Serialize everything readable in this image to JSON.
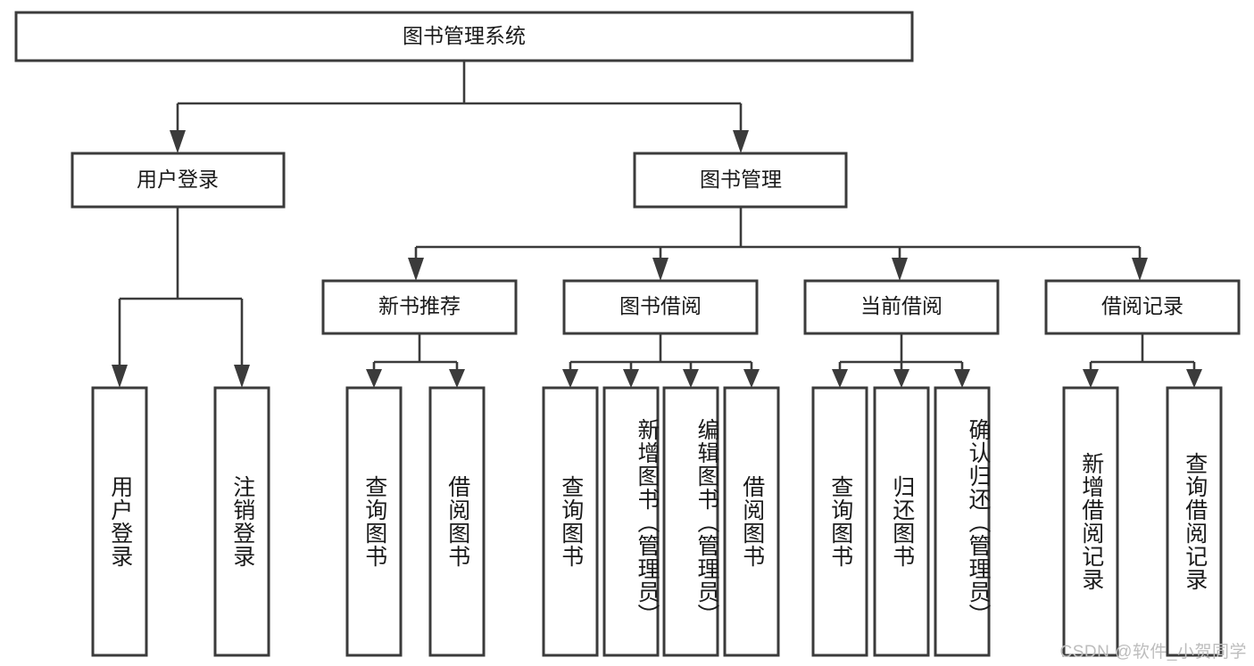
{
  "diagram": {
    "title": "图书管理系统",
    "type": "hierarchy-tree",
    "watermark": "CSDN @软件_小贺同学",
    "colors": {
      "stroke": "#3b3b3b",
      "fill": "#ffffff",
      "text": "#1a1a1a",
      "watermark": "#bdbdbd"
    },
    "root": {
      "label": "图书管理系统"
    },
    "level2": [
      {
        "label": "用户登录"
      },
      {
        "label": "图书管理"
      }
    ],
    "level3": [
      {
        "label": "新书推荐"
      },
      {
        "label": "图书借阅"
      },
      {
        "label": "当前借阅"
      },
      {
        "label": "借阅记录"
      }
    ],
    "leaves": {
      "user_login": [
        {
          "label": "用户登录"
        },
        {
          "label": "注销登录"
        }
      ],
      "new_book_recommend": [
        {
          "label": "查询图书"
        },
        {
          "label": "借阅图书"
        }
      ],
      "book_borrow": [
        {
          "label": "查询图书"
        },
        {
          "label": "新增图书（管理员）"
        },
        {
          "label": "编辑图书（管理员）"
        },
        {
          "label": "借阅图书"
        }
      ],
      "current_borrow": [
        {
          "label": "查询图书"
        },
        {
          "label": "归还图书"
        },
        {
          "label": "确认归还（管理员）"
        }
      ],
      "borrow_record": [
        {
          "label": "新增借阅记录"
        },
        {
          "label": "查询借阅记录"
        }
      ]
    }
  }
}
